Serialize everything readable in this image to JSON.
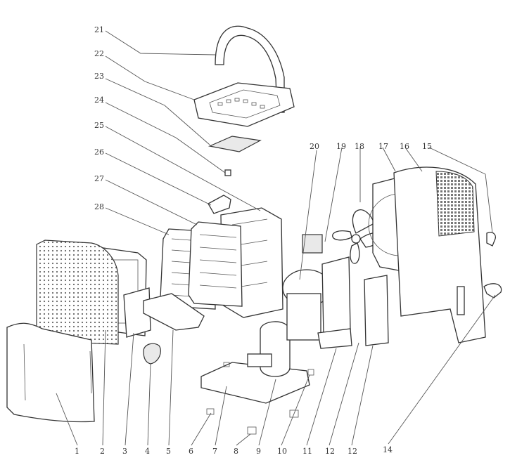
{
  "callouts": {
    "p1": "1",
    "p2": "2",
    "p3": "3",
    "p4": "4",
    "p5": "5",
    "p6": "6",
    "p7": "7",
    "p8": "8",
    "p9": "9",
    "p10": "10",
    "p11": "11",
    "p12a": "12",
    "p12b": "12",
    "p14": "14",
    "p15": "15",
    "p16": "16",
    "p17": "17",
    "p18": "18",
    "p19": "19",
    "p20": "20",
    "p21": "21",
    "p22": "22",
    "p23": "23",
    "p24": "24",
    "p25": "25",
    "p26": "26",
    "p27": "27",
    "p28": "28"
  }
}
